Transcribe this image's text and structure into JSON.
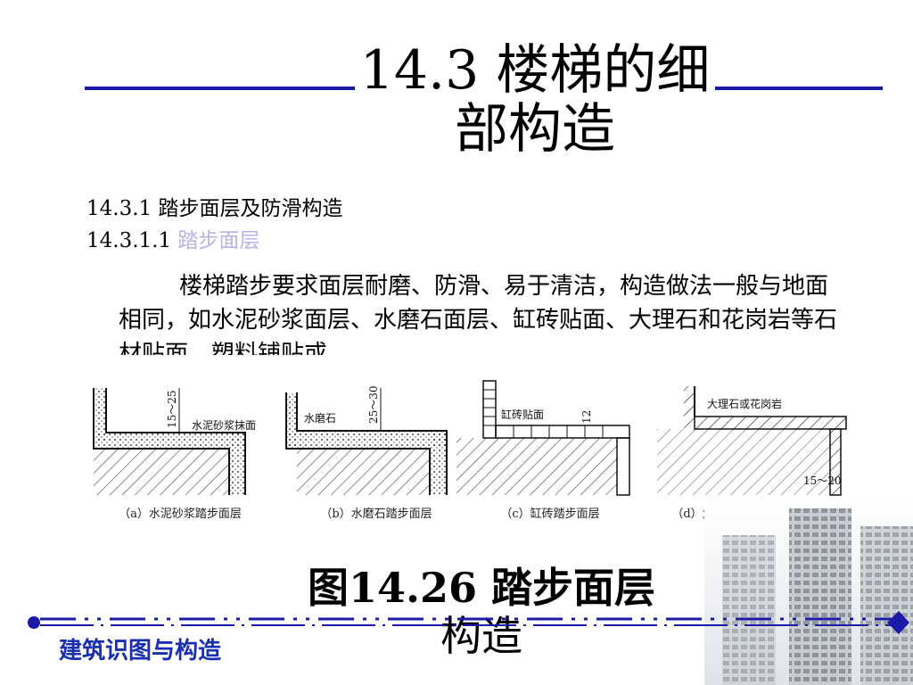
{
  "title": {
    "line1": "14.3 楼梯的细",
    "line2": "部构造"
  },
  "section": {
    "heading": "14.3.1  踏步面层及防滑构造",
    "sub_num": "14.3.1.1",
    "sub_label": "踏步面层"
  },
  "paragraph": "楼梯踏步要求面层耐磨、防滑、易于清洁，构造做法一般与地面相同，如水泥砂浆面层、水磨石面层、缸砖贴面、大理石和花岗岩等石材贴面、塑料铺贴或",
  "figures": [
    {
      "label": "水泥砂浆抹面",
      "dim": "15～25",
      "caption": "（a）水泥砂浆踏步面层"
    },
    {
      "label": "水磨石",
      "dim": "25～30",
      "caption": "（b）水磨石踏步面层"
    },
    {
      "label": "缸砖贴面",
      "dim": "12",
      "caption": "（c）缸砖踏步面层"
    },
    {
      "label": "大理石或花岗岩",
      "dim": "15～20",
      "caption": "（d）大理石或花岗岩踏步面层"
    }
  ],
  "figure_caption": {
    "line1": "图14.26  踏步面层",
    "line2": "构造"
  },
  "footer": "建筑识图与构造",
  "colors": {
    "accent": "#1a1aa6",
    "footer_text": "#1a2fb0",
    "muted": "#b6b3e6"
  }
}
